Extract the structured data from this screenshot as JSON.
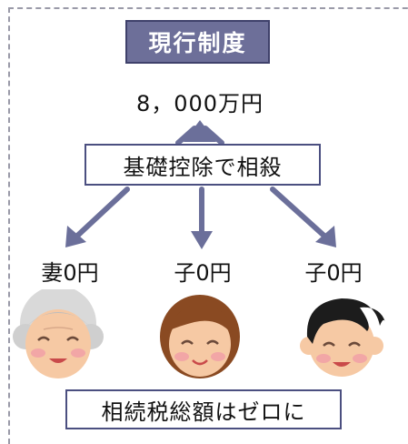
{
  "title": "現行制度",
  "estate_total": "8，000万円",
  "deduction_label": "基礎控除で相殺",
  "heirs": [
    {
      "label": "妻0円",
      "icon": "elderly-woman-face-icon"
    },
    {
      "label": "子0円",
      "icon": "woman-face-icon"
    },
    {
      "label": "子0円",
      "icon": "man-face-icon"
    }
  ],
  "result_label": "相続税総額はゼロに",
  "colors": {
    "badge_bg": "#6d6f99",
    "box_border": "#4b4f80",
    "arrow": "#6b6f9a"
  }
}
